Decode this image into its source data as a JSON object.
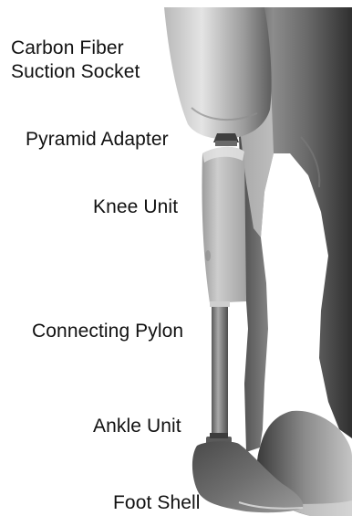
{
  "labels": {
    "socket_line1": "Carbon Fiber",
    "socket_line2": "Suction Socket",
    "pyramid": "Pyramid Adapter",
    "knee": "Knee Unit",
    "pylon": "Connecting Pylon",
    "ankle": "Ankle Unit",
    "foot": "Foot Shell"
  },
  "colors": {
    "skin_dark": "#3c3c3c",
    "skin_mid": "#8a8a8a",
    "skin_light": "#d6d6d6",
    "knee_unit": "#b8b8b8",
    "pylon": "#7a7a7a",
    "background": "#ffffff"
  }
}
